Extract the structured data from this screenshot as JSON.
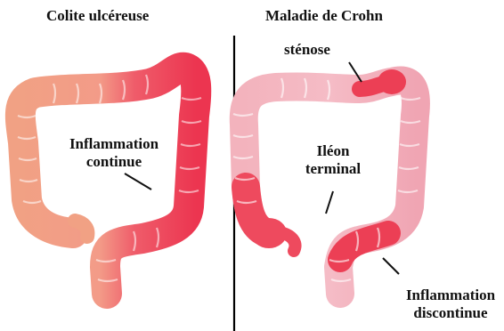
{
  "left_panel": {
    "title": "Colite ulcéreuse",
    "label_line1": "Inflammation",
    "label_line2": "continue"
  },
  "right_panel": {
    "title": "Maladie de Crohn",
    "label_stenose": "sténose",
    "label_ileon_line1": "Iléon",
    "label_ileon_line2": "terminal",
    "label_inflam_line1": "Inflammation",
    "label_inflam_line2": "discontinue"
  },
  "colors": {
    "healthy_colon": "#f2a58a",
    "inflamed_colon": "#ee3f55",
    "healthy_colon_pink": "#f4b8c4",
    "divider": "#000000"
  }
}
